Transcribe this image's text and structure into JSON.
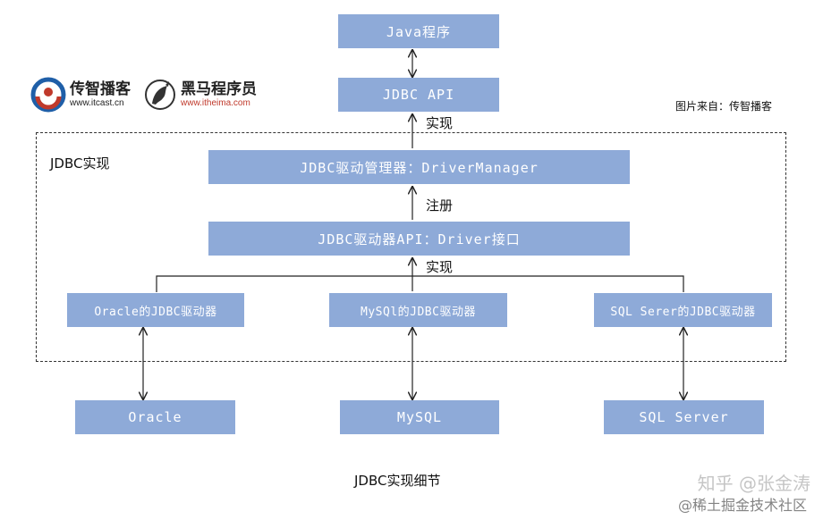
{
  "boxes": {
    "java_program": "Java程序",
    "jdbc_api": "JDBC API",
    "driver_manager": "JDBC驱动管理器：DriverManager",
    "driver_api": "JDBC驱动器API：Driver接口",
    "oracle_driver": "Oracle的JDBC驱动器",
    "mysql_driver": "MySQl的JDBC驱动器",
    "sqlserver_driver": "SQL Serer的JDBC驱动器",
    "oracle_db": "Oracle",
    "mysql_db": "MySQL",
    "sqlserver_db": "SQL Server"
  },
  "labels": {
    "implement_top": "实现",
    "register": "注册",
    "implement_bottom": "实现",
    "jdbc_impl": "JDBC实现",
    "source": "图片来自：传智播客",
    "caption": "JDBC实现细节"
  },
  "logos": {
    "itcast_name": "传智播客",
    "itcast_url": "www.itcast.cn",
    "itheima_name": "黑马程序员",
    "itheima_url": "www.itheima.com"
  },
  "watermarks": {
    "zhihu": "知乎 @张金涛",
    "juejin": "@稀土掘金技术社区"
  },
  "colors": {
    "box_fill": "#8eaad8",
    "box_text": "#ffffff",
    "itcast_red": "#c0392b"
  }
}
